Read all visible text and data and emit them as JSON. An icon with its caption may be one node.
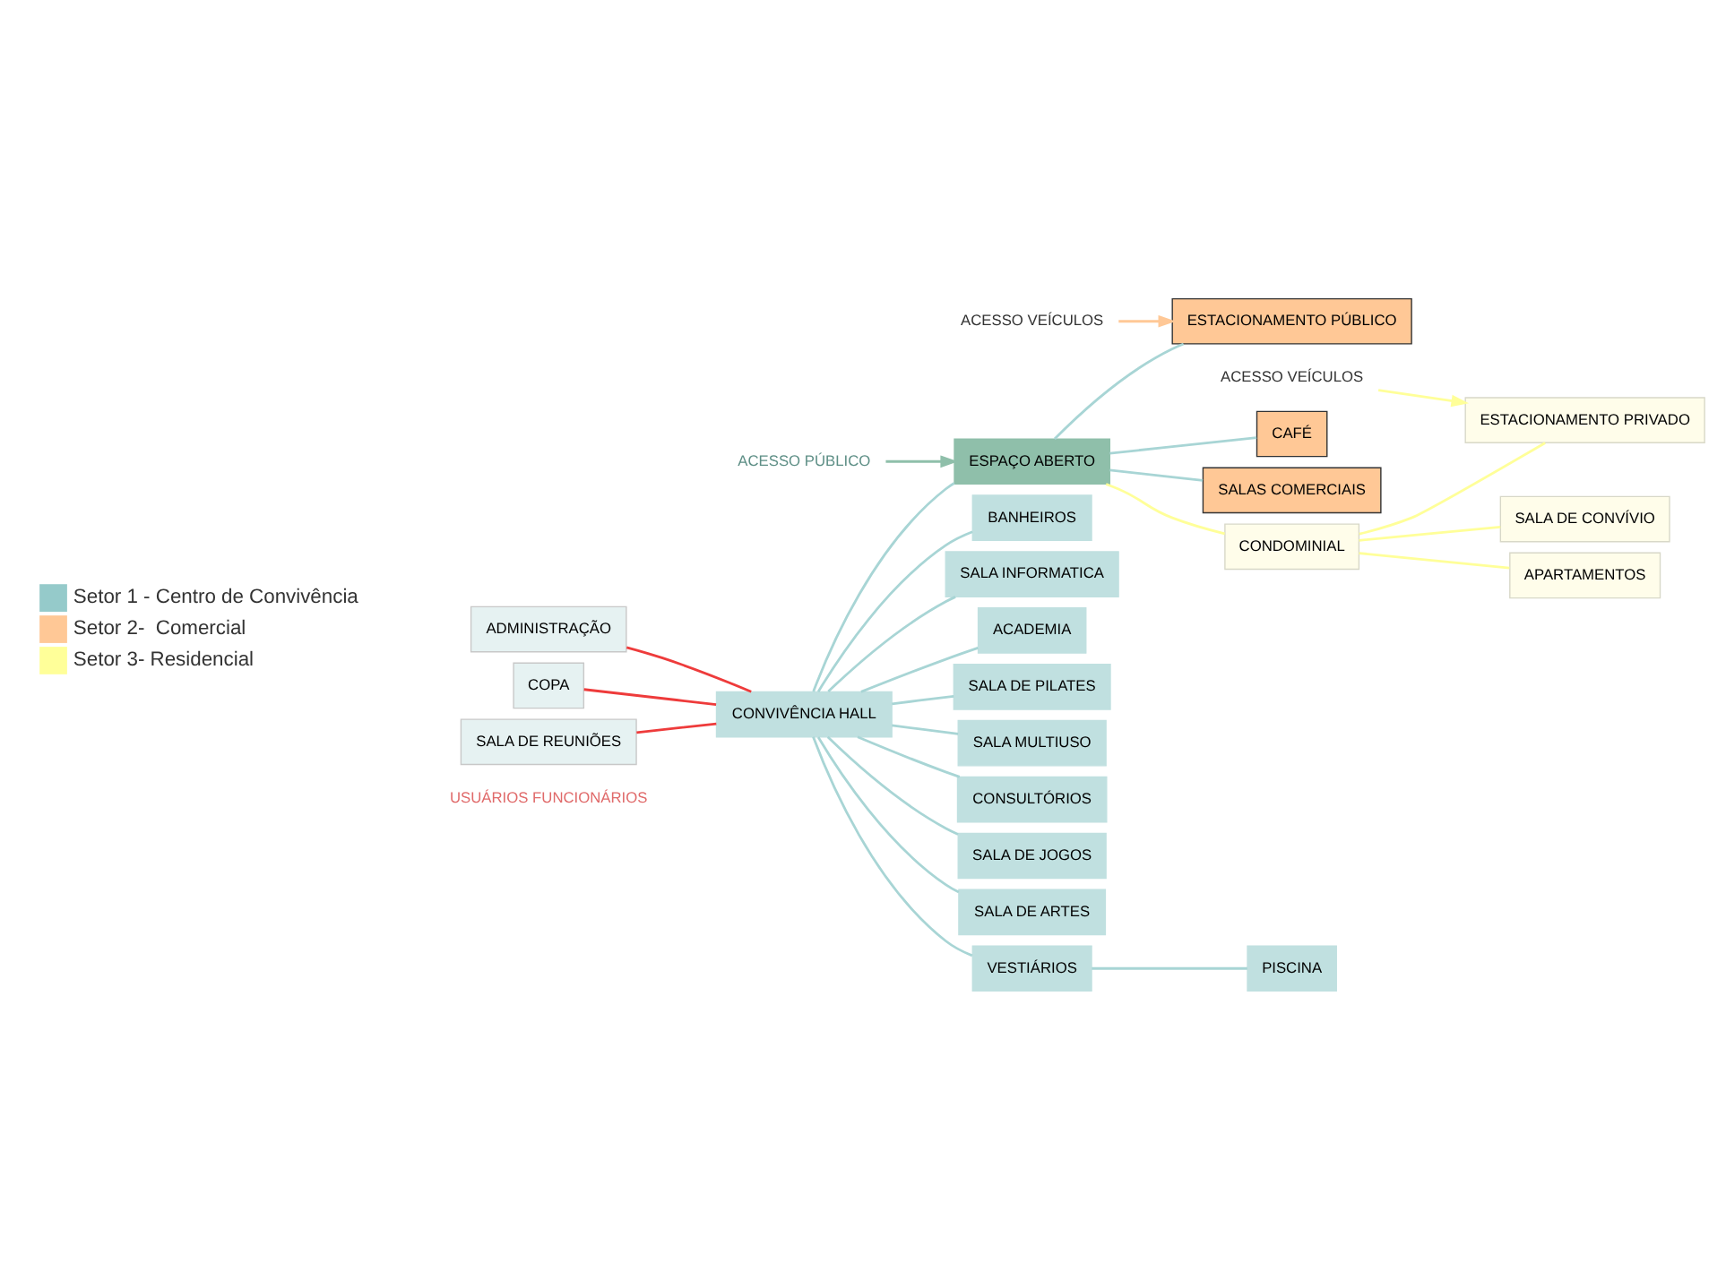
{
  "diagram": {
    "nodes": [
      {
        "text": [
          "CONVIVÊNCIA HALL"
        ]
      },
      {
        "text": [
          "BANHEIROS"
        ]
      },
      {
        "text": [
          "SALA INFORMATICA"
        ]
      },
      {
        "text": [
          "ACADEMIA"
        ]
      },
      {
        "text": [
          "SALA DE PILATES"
        ]
      },
      {
        "text": [
          "SALA MULTIUSO"
        ]
      },
      {
        "text": [
          "CONSULTÓRIOS"
        ]
      },
      {
        "text": [
          "SALA DE JOGOS"
        ]
      },
      {
        "text": [
          "SALA DE ARTES"
        ]
      },
      {
        "text": [
          "VESTIÁRIOS"
        ]
      },
      {
        "text": [
          "PISCINA"
        ]
      },
      {
        "text": [
          "ADMINISTRAÇÃO"
        ]
      },
      {
        "text": [
          "COPA"
        ]
      },
      {
        "text": [
          "SALA DE REUNIÕES"
        ]
      },
      {
        "text": [
          "ESPAÇO ABERTO"
        ]
      },
      {
        "text": [
          "ACESSO PÚBLICO"
        ]
      },
      {
        "text": [
          "CAFÉ"
        ]
      },
      {
        "text": [
          "SALAS COMERCIAIS"
        ]
      },
      {
        "text": [
          "ESTACIONAMENTO PÚBLICO"
        ]
      },
      {
        "text": [
          "CONDOMINIAL"
        ]
      },
      {
        "text": [
          "SALA DE CONVÍVIO"
        ]
      },
      {
        "text": [
          "APARTAMENTOS"
        ]
      },
      {
        "text": [
          "ESTACIONAMENTO PRIVADO"
        ]
      },
      {
        "text": [
          "ACESSO VEÍCULOS"
        ]
      },
      {
        "text": [
          "ACESSO VEÍCULOS"
        ]
      }
    ],
    "edges": [
      {
        "from": 0,
        "to": 1,
        "arrow": "none"
      },
      {
        "from": 0,
        "to": 2,
        "arrow": "none"
      },
      {
        "from": 0,
        "to": 3,
        "arrow": "none"
      },
      {
        "from": 0,
        "to": 4,
        "arrow": "none"
      },
      {
        "from": 0,
        "to": 5,
        "arrow": "none"
      },
      {
        "from": 0,
        "to": 6,
        "arrow": "none"
      },
      {
        "from": 0,
        "to": 7,
        "arrow": "none"
      },
      {
        "from": 0,
        "to": 8,
        "arrow": "none"
      },
      {
        "from": 0,
        "to": 9,
        "arrow": "none"
      },
      {
        "from": 9,
        "to": 10,
        "arrow": "none"
      },
      {
        "from": 11,
        "to": 0,
        "arrow": "none",
        "color": "#ee3b3b"
      },
      {
        "from": 12,
        "to": 0,
        "arrow": "none",
        "color": "#ee3b3b"
      },
      {
        "from": 13,
        "to": 0,
        "arrow": "none",
        "color": "#ee3b3b"
      },
      {
        "from": 0,
        "to": 14,
        "arrow": "none"
      },
      {
        "from": 15,
        "to": 14,
        "arrow": "to",
        "color": "#8fbfaa"
      },
      {
        "from": 14,
        "to": 16,
        "arrow": "none"
      },
      {
        "from": 14,
        "to": 17,
        "arrow": "none"
      },
      {
        "from": 14,
        "to": 18,
        "arrow": "none"
      },
      {
        "from": 14,
        "to": 19,
        "arrow": "none",
        "color": "#ffff99"
      },
      {
        "from": 19,
        "to": 20,
        "arrow": "none",
        "color": "#ffff99"
      },
      {
        "from": 19,
        "to": 21,
        "arrow": "none",
        "color": "#ffff99"
      },
      {
        "from": 19,
        "to": 22,
        "arrow": "none",
        "color": "#ffff99"
      },
      {
        "from": 23,
        "to": 18,
        "arrow": "to",
        "color": "#ffc896"
      },
      {
        "from": 24,
        "to": 22,
        "arrow": "to",
        "color": "#ffff99"
      }
    ],
    "labels": [
      "USUÁRIOS FUNCIONÁRIOS"
    ],
    "legend": [
      {
        "text": "Setor 1 - Centro de Convivência",
        "color": "#95caca"
      },
      {
        "text": "Setor 2-  Comercial",
        "color": "#ffc896"
      },
      {
        "text": "Setor 3- Residencial",
        "color": "#ffff99"
      }
    ]
  }
}
